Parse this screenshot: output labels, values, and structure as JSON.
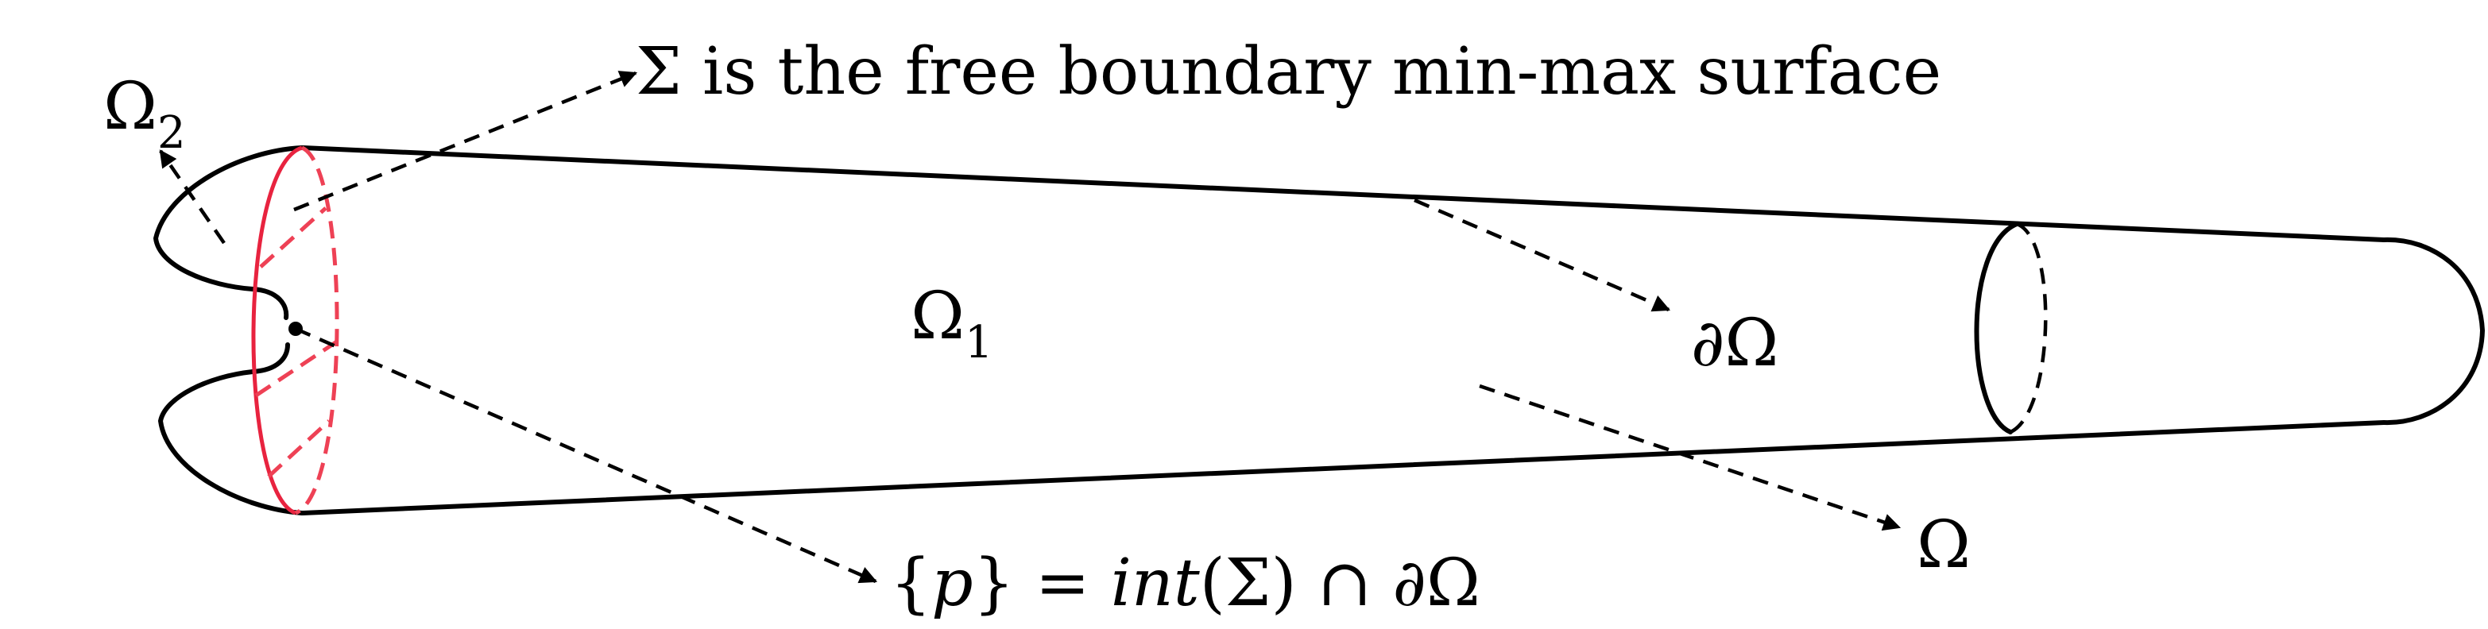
{
  "labels": {
    "omega2": "Ω",
    "omega2_sub": "2",
    "omega1": "Ω",
    "omega1_sub": "1",
    "sigma_caption": "Σ  is the free boundary min-max surface",
    "boundary_omega": "∂Ω",
    "omega": "Ω",
    "point_prefix": "{",
    "point_p": "p",
    "point_mid": "} = ",
    "point_int": "int",
    "point_rest": "(Σ) ∩ ∂Ω"
  },
  "colors": {
    "outline": "#000000",
    "sigma": "#e8233f",
    "sigma_hidden": "#ee4155"
  }
}
